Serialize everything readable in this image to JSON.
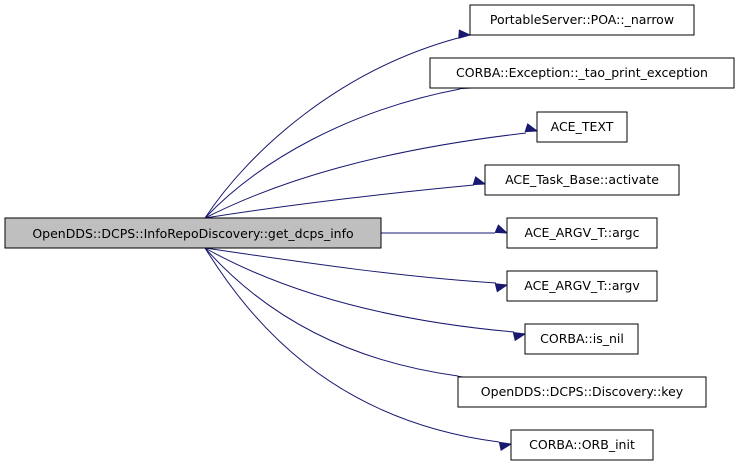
{
  "graph": {
    "source": {
      "label": "OpenDDS::DCPS::InfoRepoDiscovery::get_dcps_info",
      "fill": "#bfbfbf"
    },
    "targets": [
      {
        "id": "narrow",
        "label": "PortableServer::POA::_narrow"
      },
      {
        "id": "tao-print-exception",
        "label": "CORBA::Exception::_tao_print_exception"
      },
      {
        "id": "ace-text",
        "label": "ACE_TEXT"
      },
      {
        "id": "activate",
        "label": "ACE_Task_Base::activate"
      },
      {
        "id": "argc",
        "label": "ACE_ARGV_T::argc"
      },
      {
        "id": "argv",
        "label": "ACE_ARGV_T::argv"
      },
      {
        "id": "is-nil",
        "label": "CORBA::is_nil"
      },
      {
        "id": "discovery-key",
        "label": "OpenDDS::DCPS::Discovery::key"
      },
      {
        "id": "orb-init",
        "label": "CORBA::ORB_init"
      }
    ],
    "colors": {
      "edge": "#191970",
      "node_fill": "#ffffff",
      "node_border": "#000000",
      "background": "#ffffff"
    }
  }
}
